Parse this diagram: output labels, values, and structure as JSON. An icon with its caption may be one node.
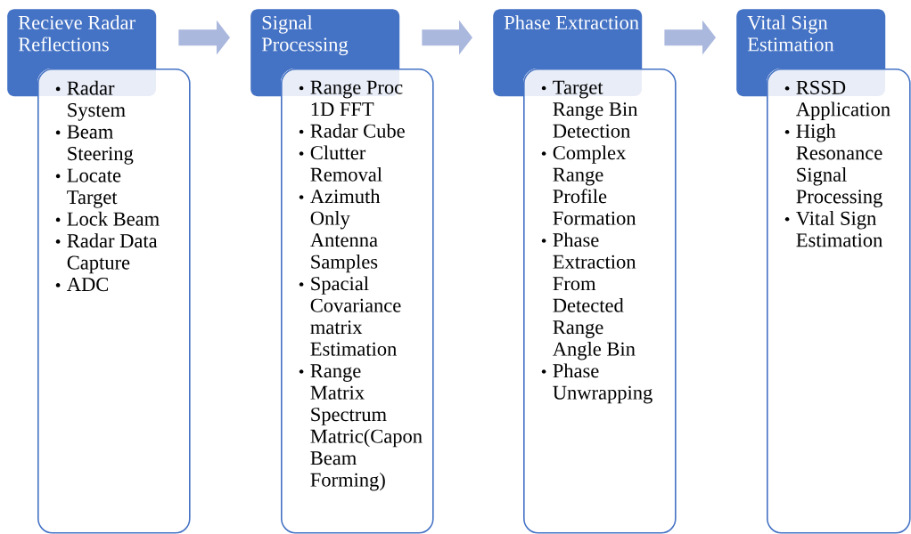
{
  "diagram": {
    "nodes": [
      {
        "text": [
          "Recieve Radar Reflections"
        ]
      },
      {
        "text": [
          "Radar System",
          "Beam Steering",
          "Locate Target",
          "Lock Beam",
          "Radar Data Capture",
          "ADC"
        ]
      },
      {
        "text": [
          "Signal Processing"
        ]
      },
      {
        "text": [
          "Range Proc 1D FFT",
          "Radar Cube",
          "Clutter Removal",
          "Azimuth Only Antenna Samples",
          "Spacial Covariance matrix Estimation",
          "Range Matrix Spectrum Matric(Capon Beam Forming)"
        ]
      },
      {
        "text": [
          "Phase Extraction"
        ]
      },
      {
        "text": [
          "Target Range Bin Detection",
          "Complex Range Profile Formation",
          "Phase Extraction From Detected Range Angle Bin",
          "Phase Unwrapping"
        ]
      },
      {
        "text": [
          "Vital Sign Estimation"
        ]
      },
      {
        "text": [
          "RSSD Application",
          "High Resonance Signal Processing",
          "Vital Sign Estimation"
        ]
      }
    ],
    "edges": [
      {
        "from": 0,
        "to": 2,
        "arrow": "to"
      },
      {
        "from": 2,
        "to": 4,
        "arrow": "to"
      },
      {
        "from": 4,
        "to": 6,
        "arrow": "to"
      }
    ]
  }
}
